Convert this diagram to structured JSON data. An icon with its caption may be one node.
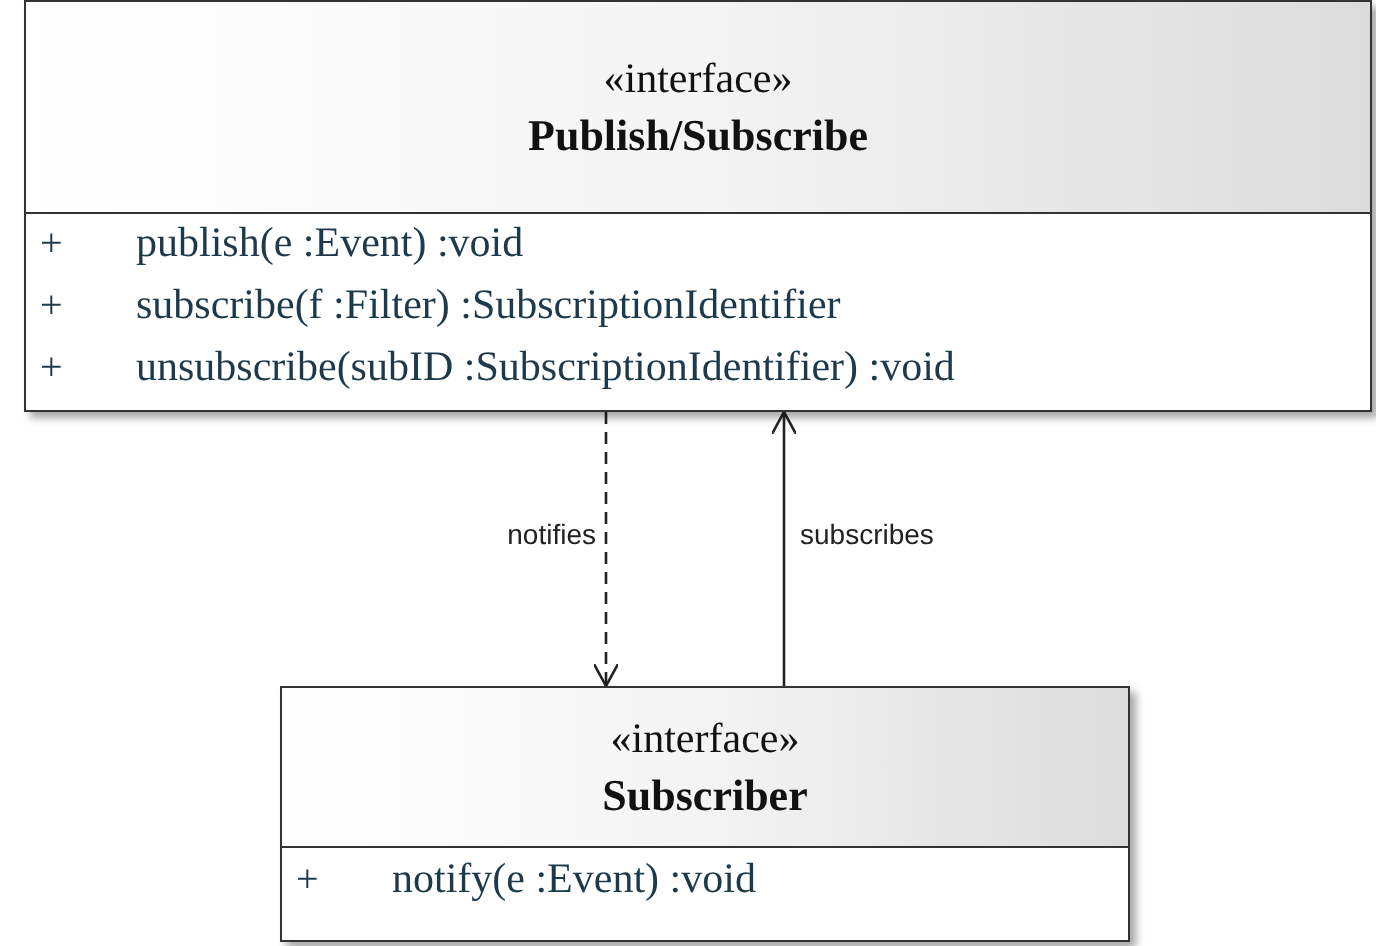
{
  "diagram": {
    "nodes": [
      {
        "text": [
          "«interface»",
          "Publish/Subscribe",
          "+",
          "publish(e :Event) :void",
          "+",
          "subscribe(f :Filter) :SubscriptionIdentifier",
          "+",
          "unsubscribe(subID :SubscriptionIdentifier) :void"
        ]
      },
      {
        "text": [
          "«interface»",
          "Subscriber",
          "+",
          "notify(e :Event) :void"
        ]
      }
    ],
    "edges": [
      {
        "from": 0,
        "to": 1,
        "arrow": "to",
        "style": "dashed",
        "label": "notifies"
      },
      {
        "from": 1,
        "to": 0,
        "arrow": "to",
        "label": "subscribes"
      }
    ]
  }
}
